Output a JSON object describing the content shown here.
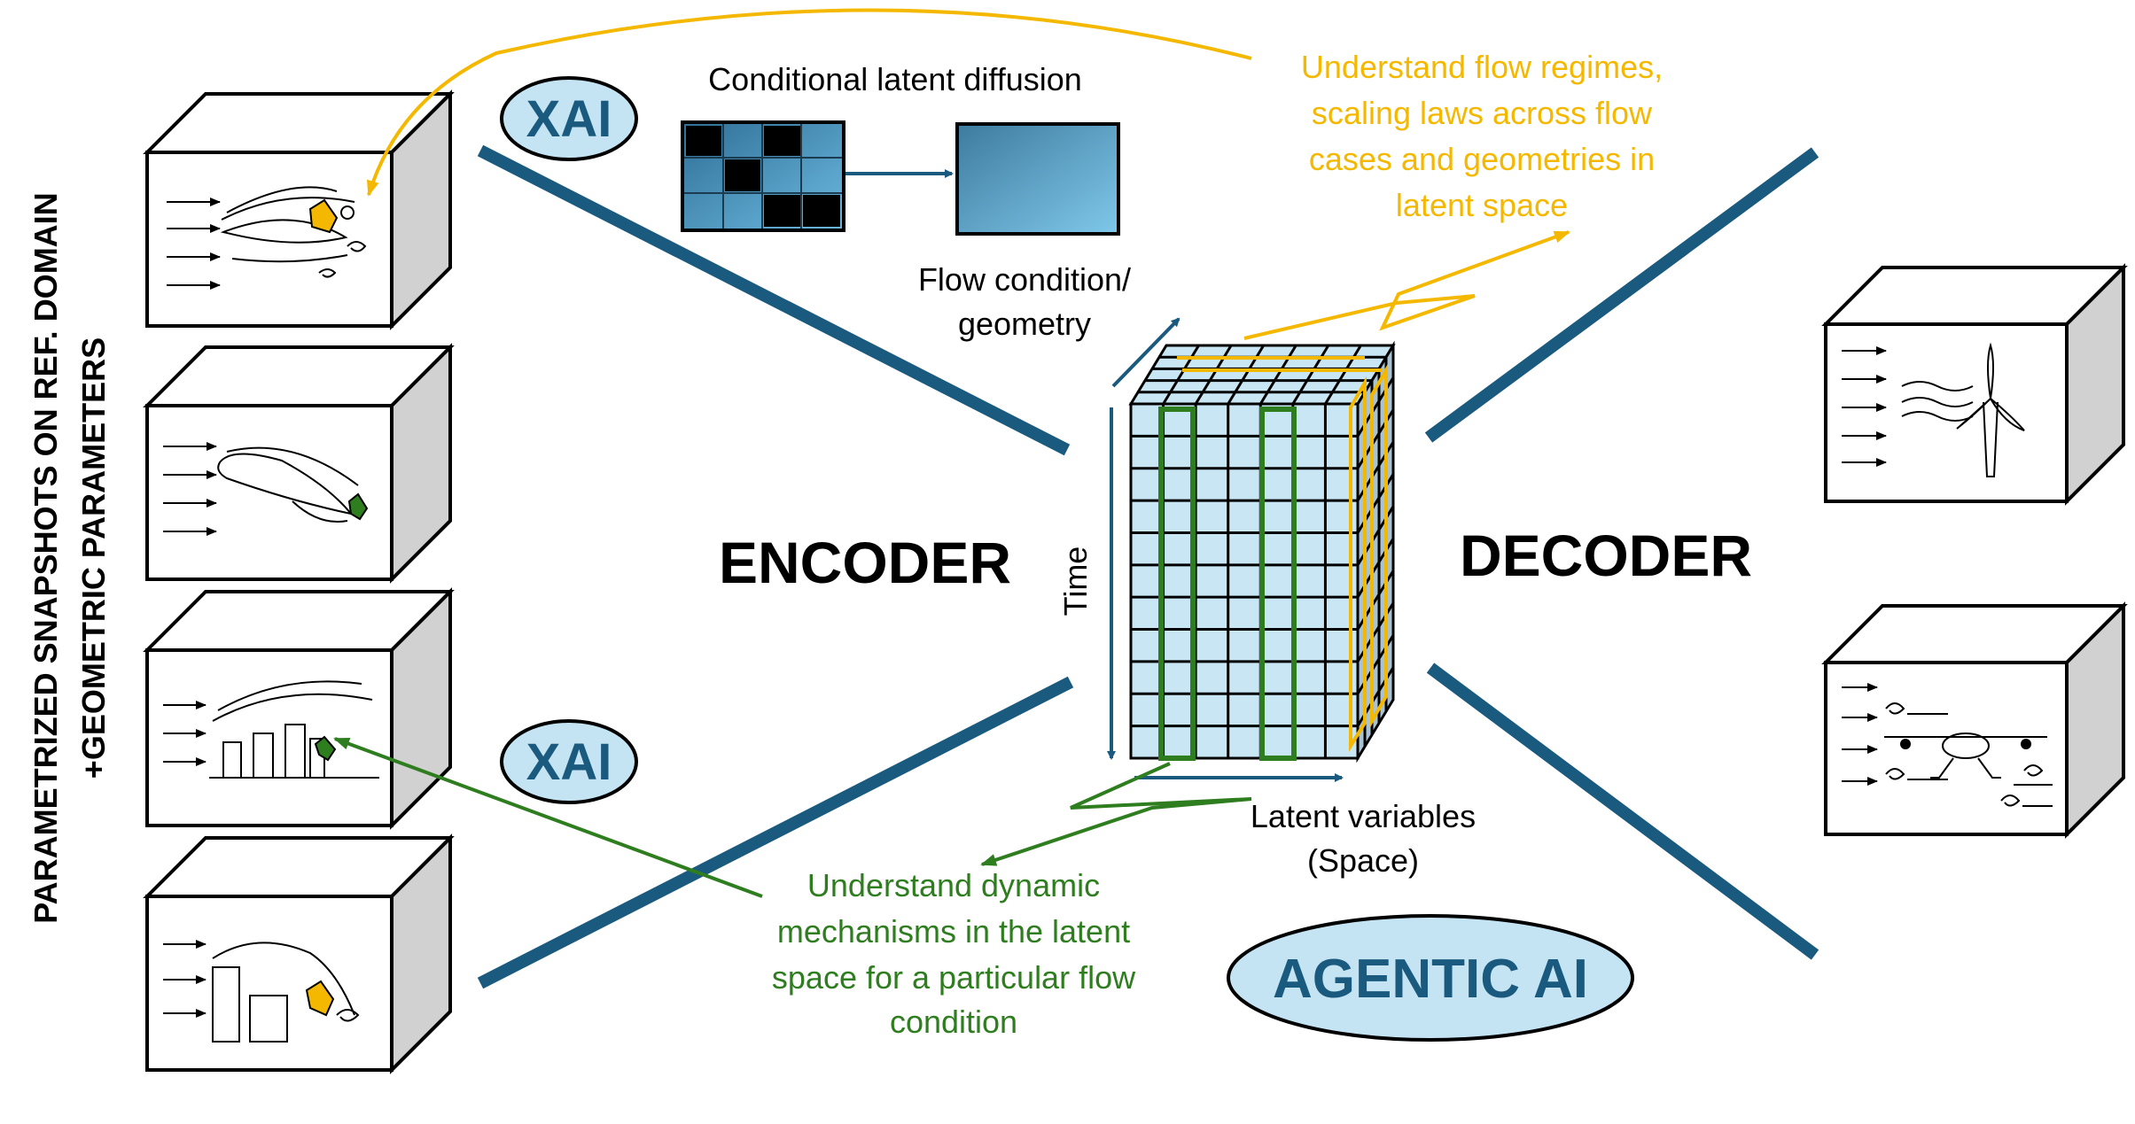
{
  "side_title": {
    "line1": "PARAMETRIZED SNAPSHOTS ON REF. DOMAIN",
    "line2": "+GEOMETRIC PARAMETERS"
  },
  "encoder_label": "ENCODER",
  "decoder_label": "DECODER",
  "xai_top": "XAI",
  "xai_bottom": "XAI",
  "agentic": "AGENTIC AI",
  "diffusion": {
    "title": "Conditional latent diffusion",
    "condition_line1": "Flow condition/",
    "condition_line2": "geometry"
  },
  "axes": {
    "time": "Time",
    "latent_line1": "Latent variables",
    "latent_line2": "(Space)"
  },
  "yellow_note": [
    "Understand flow regimes,",
    "scaling laws across flow",
    "cases and geometries in",
    "latent space"
  ],
  "green_note": [
    "Understand dynamic",
    "mechanisms in the latent",
    "space for a particular flow",
    "condition"
  ],
  "colors": {
    "line_blue": "#1a5a7e",
    "bubble_fill": "#c5e4f3",
    "cube_face": "#c9e6f5",
    "cube_side": "#a8c4d4",
    "yellow": "#f5b800",
    "green": "#2e7d1f"
  }
}
